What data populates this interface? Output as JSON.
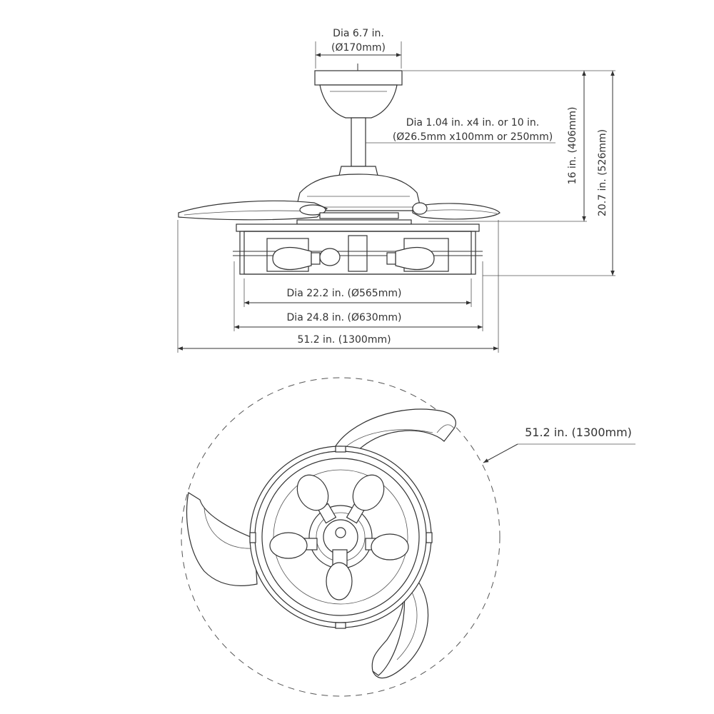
{
  "side_view": {
    "canopy_dia": "Dia 6.7 in.",
    "canopy_dia_mm": "(Ø170mm)",
    "downrod_dia": "Dia 1.04 in. x4 in. or 10 in.",
    "downrod_dia_mm": "(Ø26.5mm x100mm or 250mm)",
    "height_short": "16 in. (406mm)",
    "height_total": "20.7 in. (526mm)",
    "cage_inner_dia": "Dia 22.2 in. (Ø565mm)",
    "cage_outer_dia": "Dia 24.8 in. (Ø630mm)",
    "blade_span": "51.2 in. (1300mm)"
  },
  "top_view": {
    "sweep": "51.2 in. (1300mm)"
  }
}
